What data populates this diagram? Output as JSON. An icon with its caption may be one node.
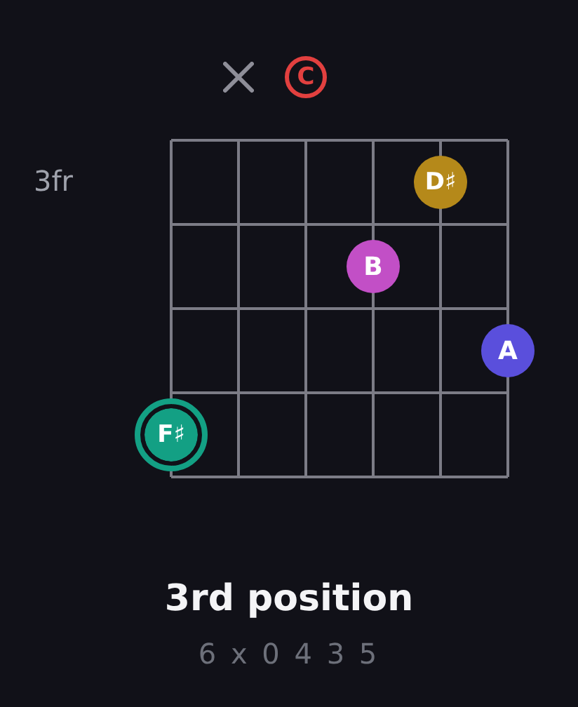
{
  "diagram": {
    "title": "3rd position",
    "caption": "6 x 0 4 3 5",
    "nodes": [
      {
        "text": [
          "C"
        ]
      },
      {
        "text": [
          "D♯"
        ]
      },
      {
        "text": [
          "B"
        ]
      },
      {
        "text": [
          "A"
        ]
      },
      {
        "text": [
          "F♯"
        ]
      }
    ],
    "labels": [
      "3fr"
    ]
  }
}
